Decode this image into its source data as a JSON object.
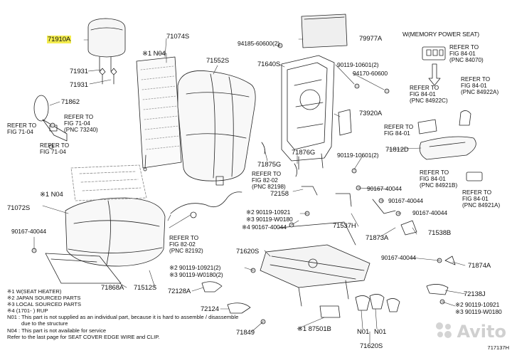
{
  "parts": {
    "p71910A": "71910A",
    "p71931a": "71931",
    "p71931b": "71931",
    "p71074S": "71074S",
    "p1N04a": "※1 N04",
    "p71552S": "71552S",
    "p94185": "94185-60600(2)",
    "p79977A": "79977A",
    "p71640S": "71640S",
    "p90119_10601a": "90119-10601(2)",
    "p94170": "94170-60600",
    "p71862": "71862",
    "p73920A": "73920A",
    "p71812D": "71812D",
    "p71875G": "71875G",
    "p71876G": "71876G",
    "p90119_10601b": "90119-10601(2)",
    "p72158": "72158",
    "p90167a": "90167-40044",
    "p90167b": "90167-40044",
    "p90167c": "90167-40044",
    "p1N04b": "※1 N04",
    "p71072S": "71072S",
    "p90167d": "90167-40044",
    "p2_90119_10921a": "※2 90119-10921",
    "p3_90119_W0180a": "※3 90119-W0180",
    "p4_90167": "※4 90167-40044",
    "p71537H": "71537H",
    "p71873A": "71873A",
    "p71538B": "71538B",
    "p71620Sa": "71620S",
    "p90167e": "90167-40044",
    "p71874A": "71874A",
    "p2_90119_10921b": "※2 90119-10921(2)",
    "p3_90119_W0180b": "※3 90119-W0180(2)",
    "p71868A": "71868A",
    "p71512S": "71512S",
    "p72128A": "72128A",
    "p72138J": "72138J",
    "p2_90119_10921c": "※2 90119-10921",
    "p3_90119_W0180c": "※3 90119-W0180",
    "p72124": "72124",
    "p71849": "71849",
    "p1_87501B": "※1 87501B",
    "pN01a": "N01",
    "pN01b": "N01",
    "p71620Sb": "71620S"
  },
  "refs": {
    "memory_header": "W(MEMORY POWER SEAT)",
    "r1": [
      "REFER TO",
      "FIG 84-01",
      "(PNC 84070)"
    ],
    "r2": [
      "REFER TO",
      "FIG 84-01",
      "(PNC 84922C)"
    ],
    "r3": [
      "REFER TO",
      "FIG 84-01",
      "(PNC 84922A)"
    ],
    "r4": [
      "REFER TO",
      "FIG 84-01"
    ],
    "r5": [
      "REFER TO",
      "FIG 71-04",
      "(PNC 73240)"
    ],
    "r6": [
      "REFER TO",
      "FIG 71-04"
    ],
    "r7": [
      "REFER TO",
      "FIG 71-04"
    ],
    "r8": [
      "REFER TO",
      "FIG 82-02",
      "(PNC 82198)"
    ],
    "r9": [
      "REFER TO",
      "FIG 82-02",
      "(PNC 82192)"
    ],
    "r10": [
      "REFER TO",
      "FIG 84-01",
      "(PNC 84921B)"
    ],
    "r11": [
      "REFER TO",
      "FIG 84-01",
      "(PNC 84921A)"
    ]
  },
  "legend": {
    "l1": "※1 W(SEAT HEATER)",
    "l2": "※2 JAPAN SOURCED PARTS",
    "l3": "※3 LOCAL SOURCED PARTS",
    "l4": "※4 (1701-     ) RUP",
    "l5": "N01 : This part is not supplied as an individual part, because it is hard to assemble / disassemble",
    "l6": "due to the structure",
    "l7": "N04 : This part is not available for service",
    "l8": "Refer to the last page for SEAT COVER EDGE WIRE and CLIP."
  },
  "watermark": "Avito",
  "diagram_id": "717137H"
}
